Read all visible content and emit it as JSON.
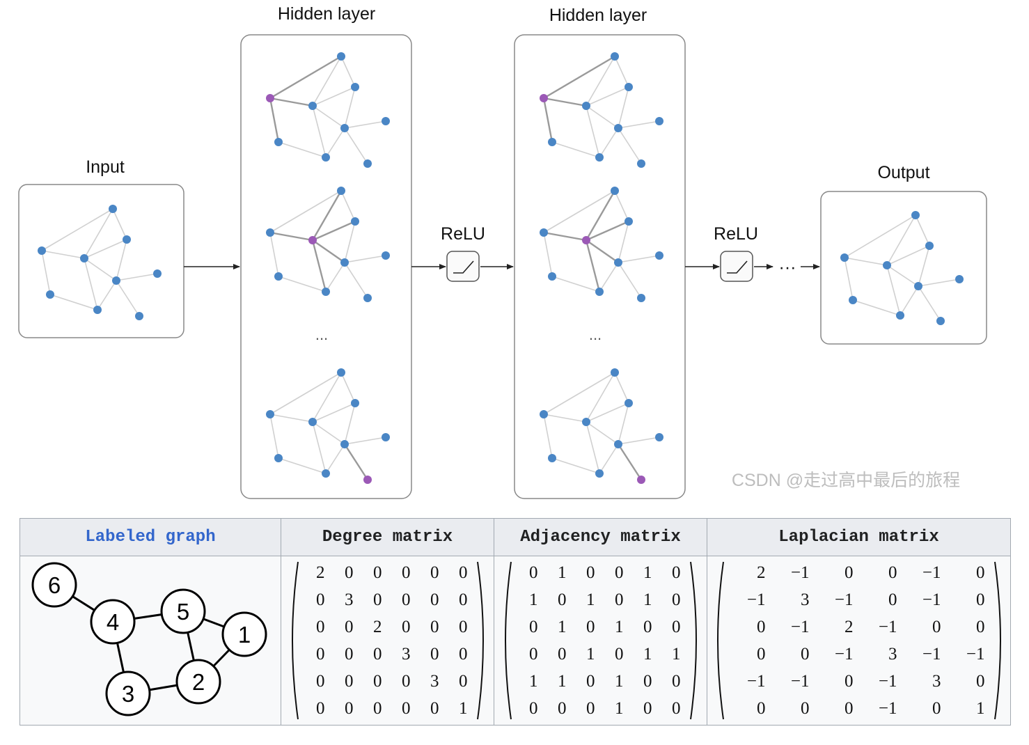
{
  "diagram": {
    "input_label": "Input",
    "hidden_label_1": "Hidden layer",
    "hidden_label_2": "Hidden layer",
    "output_label": "Output",
    "relu_label_1": "ReLU",
    "relu_label_2": "ReLU",
    "hidden_ellipsis": "...",
    "chain_ellipsis": "···",
    "watermark": "CSDN @走过高中最后的旅程",
    "colors": {
      "node": "#4a86c5",
      "focus_node": "#9b59b6",
      "edge": "#d0d0d0",
      "focus_edge": "#9a9a9a"
    }
  },
  "table": {
    "headers": [
      "Labeled graph",
      "Degree matrix",
      "Adjacency matrix",
      "Laplacian matrix"
    ],
    "graph_node_labels": [
      "1",
      "2",
      "3",
      "4",
      "5",
      "6"
    ],
    "degree_matrix": [
      [
        "2",
        "0",
        "0",
        "0",
        "0",
        "0"
      ],
      [
        "0",
        "3",
        "0",
        "0",
        "0",
        "0"
      ],
      [
        "0",
        "0",
        "2",
        "0",
        "0",
        "0"
      ],
      [
        "0",
        "0",
        "0",
        "3",
        "0",
        "0"
      ],
      [
        "0",
        "0",
        "0",
        "0",
        "3",
        "0"
      ],
      [
        "0",
        "0",
        "0",
        "0",
        "0",
        "1"
      ]
    ],
    "adjacency_matrix": [
      [
        "0",
        "1",
        "0",
        "0",
        "1",
        "0"
      ],
      [
        "1",
        "0",
        "1",
        "0",
        "1",
        "0"
      ],
      [
        "0",
        "1",
        "0",
        "1",
        "0",
        "0"
      ],
      [
        "0",
        "0",
        "1",
        "0",
        "1",
        "1"
      ],
      [
        "1",
        "1",
        "0",
        "1",
        "0",
        "0"
      ],
      [
        "0",
        "0",
        "0",
        "1",
        "0",
        "0"
      ]
    ],
    "laplacian_matrix": [
      [
        "2",
        "−1",
        "0",
        "0",
        "−1",
        "0"
      ],
      [
        "−1",
        "3",
        "−1",
        "0",
        "−1",
        "0"
      ],
      [
        "0",
        "−1",
        "2",
        "−1",
        "0",
        "0"
      ],
      [
        "0",
        "0",
        "−1",
        "3",
        "−1",
        "−1"
      ],
      [
        "−1",
        "−1",
        "0",
        "−1",
        "3",
        "0"
      ],
      [
        "0",
        "0",
        "0",
        "−1",
        "0",
        "1"
      ]
    ]
  }
}
